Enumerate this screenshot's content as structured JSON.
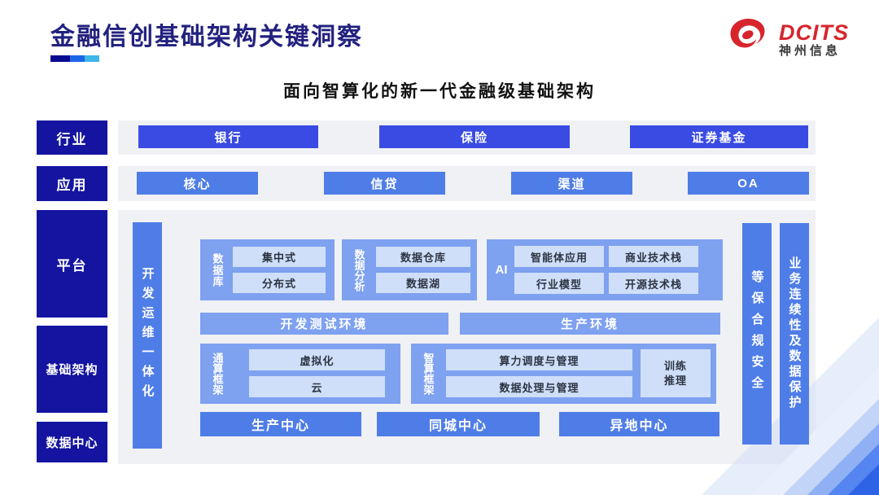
{
  "header": {
    "title": "金融信创基础架构关键洞察",
    "logo": {
      "brand": "DCITS",
      "company": "神州信息"
    }
  },
  "subtitle": "面向智算化的新一代金融级基础架构",
  "layers": {
    "industry": {
      "label": "行业",
      "items": [
        "银行",
        "保险",
        "证券基金"
      ]
    },
    "application": {
      "label": "应用",
      "items": [
        "核心",
        "信贷",
        "渠道",
        "OA"
      ]
    },
    "platform": {
      "label": "平台"
    },
    "infrastructure": {
      "label": "基础架构"
    },
    "datacenter": {
      "label": "数据中心"
    }
  },
  "diagram": {
    "devops_bar": "开发运维一体化",
    "database": {
      "label": "数据库",
      "items": [
        "集中式",
        "分布式"
      ]
    },
    "analytics": {
      "label": "数据分析",
      "items": [
        "数据仓库",
        "数据湖"
      ]
    },
    "ai": {
      "label": "AI",
      "items": [
        "智能体应用",
        "商业技术栈",
        "行业模型",
        "开源技术栈"
      ]
    },
    "environments": [
      "开发测试环境",
      "生产环境"
    ],
    "general_compute": {
      "label": "通算框架",
      "items": [
        "虚拟化",
        "云"
      ]
    },
    "intelligent_compute": {
      "label": "智算框架",
      "items": [
        "算力调度与管理",
        "数据处理与管理"
      ],
      "side_box": "训练\n推理"
    },
    "centers": [
      "生产中心",
      "同城中心",
      "异地中心"
    ],
    "security_bar": "等保合规安全",
    "continuity_bar": "业务连续性及数据保护"
  },
  "colors": {
    "title_navy": "#22217f",
    "label_navy": "#1414a0",
    "royal_blue": "#3a4be4",
    "bright_blue": "#4f7de8",
    "container_blue": "#7ea1f0",
    "inner_box_blue": "#cfdff9",
    "brand_red": "#d7252d",
    "accent_cyan": "#3eb6e8"
  }
}
